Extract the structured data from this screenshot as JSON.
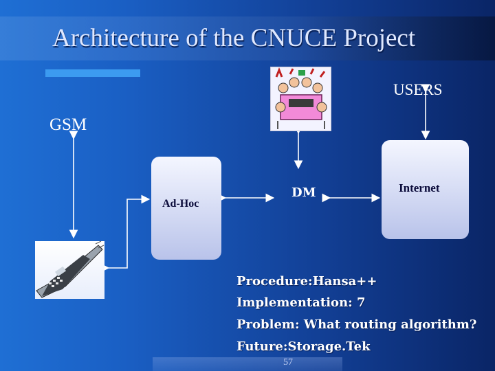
{
  "slide": {
    "title": "Architecture of the CNUCE Project",
    "page_number": "57"
  },
  "diagram": {
    "users_label": "USERS",
    "gsm_label": "GSM",
    "adhoc_label": "Ad-Hoc",
    "dm_label": "DM",
    "internet_label": "Internet",
    "users_image": "people-meeting-clipart",
    "phone_image": "mobile-phone-clipart"
  },
  "info": {
    "procedure": "Procedure:Hansa++",
    "implementation": "Implementation: 7",
    "problem": "Problem: What routing algorithm?",
    "future": "Future:Storage.Tek"
  },
  "colors": {
    "background": "#1a5fc4",
    "accent": "#3c9bf0",
    "text": "#ffffff"
  }
}
